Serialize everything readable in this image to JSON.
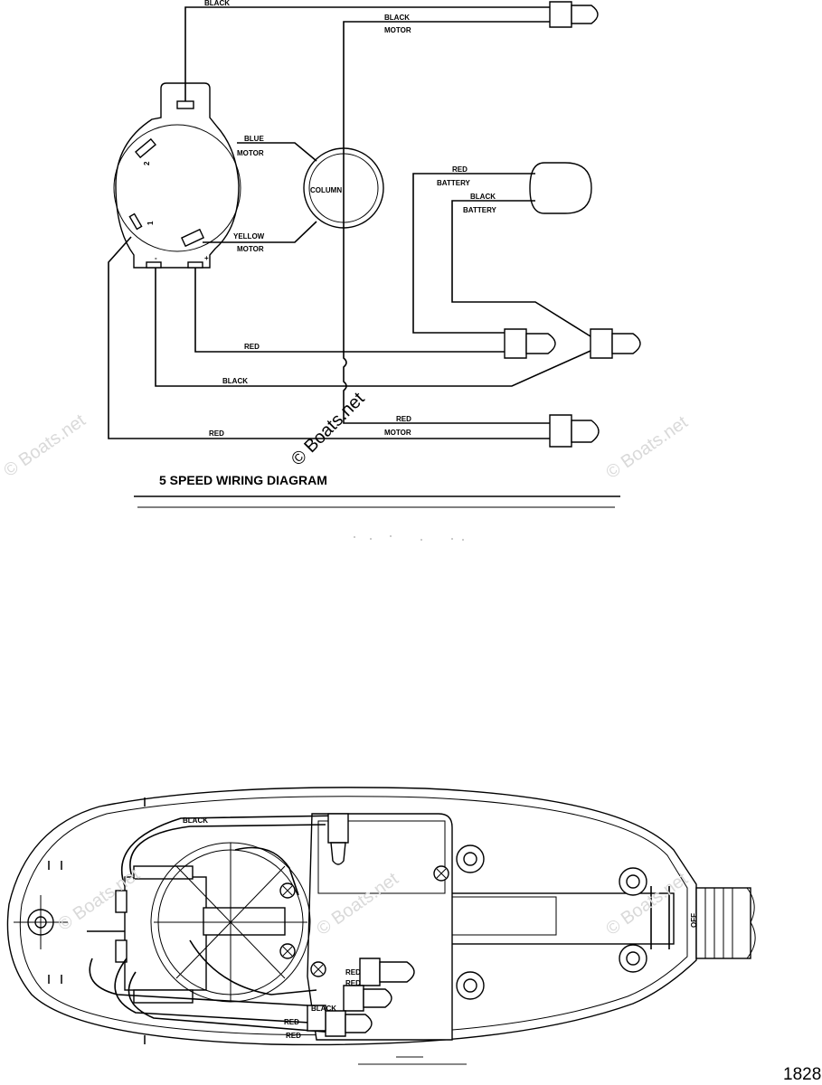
{
  "wiring": {
    "title": "5 SPEED WIRING DIAGRAM",
    "labels": {
      "black_top": "BLACK",
      "black_motor_1": "BLACK",
      "motor_1": "MOTOR",
      "blue": "BLUE",
      "blue_motor": "MOTOR",
      "column": "COLUMN",
      "yellow": "YELLOW",
      "yellow_motor": "MOTOR",
      "red_battery": "RED",
      "battery_1": "BATTERY",
      "black_battery": "BLACK",
      "battery_2": "BATTERY",
      "red_mid": "RED",
      "black_mid": "BLACK",
      "red_bottom": "RED",
      "red_motor": "RED",
      "motor_2": "MOTOR",
      "switch_2": "2",
      "switch_1": "1",
      "switch_minus": "-",
      "switch_plus": "+"
    }
  },
  "watermarks": {
    "center": "© Boats.net",
    "left": "© Boats.net",
    "right": "© Boats.net",
    "lower_1": "© Boats.net",
    "lower_2": "© Boats.net",
    "lower_3": "© Boats.net"
  },
  "head": {
    "black": "BLACK",
    "red_1": "RED",
    "red_2": "RED",
    "black_2": "BLACK",
    "red_3": "RED",
    "red_4": "RED",
    "off": "OFF"
  },
  "footer": {
    "page_number": "1828"
  }
}
